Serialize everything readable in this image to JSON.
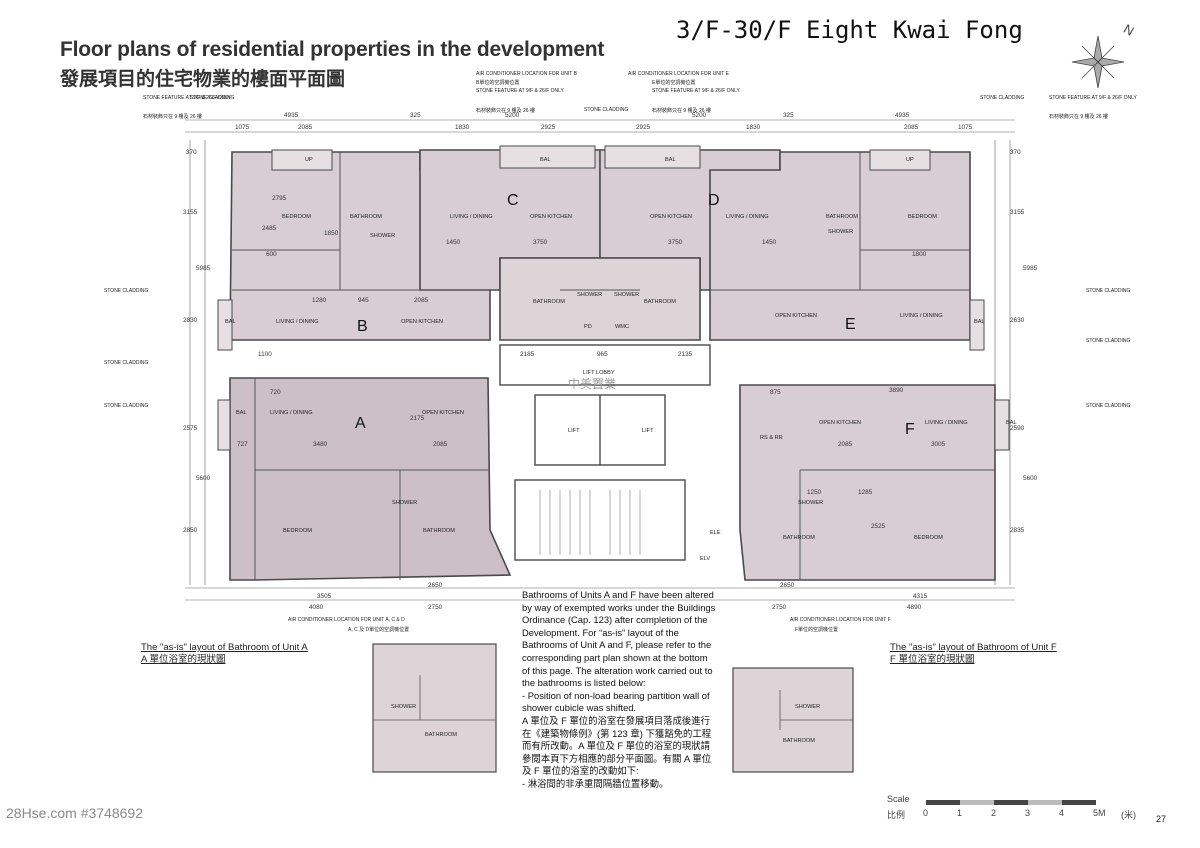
{
  "header": {
    "title_en": "Floor plans of residential properties in the development",
    "title_zh": "發展項目的住宅物業的樓面平面圖",
    "building": "3/F-30/F Eight Kwai Fong"
  },
  "compass": {
    "label": "N"
  },
  "units": {
    "a": "A",
    "b": "B",
    "c": "C",
    "d": "D",
    "e": "E",
    "f": "F"
  },
  "rooms": {
    "bedroom": "BEDROOM",
    "bathroom": "BATHROOM",
    "shower": "SHOWER",
    "living_dining": "LIVING / DINING",
    "open_kitchen": "OPEN KITCHEN",
    "bal": "BAL",
    "up": "UP",
    "lift": "LIFT",
    "lift_lobby": "LIFT LOBBY",
    "pd": "PD",
    "wmc": "WMC",
    "rsrr": "RS & RR",
    "ele": "ELE",
    "elv": "ELV"
  },
  "callouts": {
    "stone_cladding": "STONE CLADDING",
    "stone_feature_en": "STONE FEATURE AT 9/F & 26/F ONLY",
    "stone_feature_zh": "石材裝飾只在 9 樓及 26 樓",
    "ac_b_en": "AIR CONDITIONER LOCATION FOR UNIT B",
    "ac_b_zh": "B單位的空調機位置",
    "ac_e_en": "AIR CONDITIONER LOCATION FOR UNIT E",
    "ac_e_zh": "E單位的空調機位置",
    "ac_acd_en": "AIR CONDITIONER LOCATION FOR UNIT A, C & D",
    "ac_acd_zh": "A, C 及 D單位的空調機位置",
    "ac_f_en": "AIR CONDITIONER LOCATION FOR UNIT F",
    "ac_f_zh": "F單位的空調機位置",
    "lobby_mark": "中美置業"
  },
  "dimensions": {
    "top": [
      "4935",
      "1075",
      "2085",
      "325",
      "1830",
      "5200",
      "2925",
      "2925",
      "5200",
      "1830",
      "325",
      "4935",
      "2085",
      "1075"
    ],
    "left": [
      "370",
      "3155",
      "5985",
      "2830",
      "2575",
      "5600",
      "2850"
    ],
    "right": [
      "370",
      "3155",
      "5985",
      "2630",
      "2590",
      "5600",
      "2835"
    ],
    "bottom_a": [
      "3505",
      "4080",
      "2650",
      "2750"
    ],
    "bottom_f": [
      "2650",
      "2750",
      "4315",
      "4890"
    ],
    "inner": [
      "2795",
      "2485",
      "1850",
      "3750",
      "3750",
      "1450",
      "1450",
      "1280",
      "945",
      "2085",
      "3480",
      "2175",
      "2085",
      "3890",
      "3005",
      "2085",
      "2525",
      "1800",
      "2185",
      "965",
      "2135",
      "600",
      "1100",
      "720",
      "727",
      "875",
      "1250",
      "1285"
    ]
  },
  "notes": {
    "en": "Bathrooms of Units A and F have been altered by way of exempted works under the Buildings Ordinance (Cap. 123) after completion of the Development.  For “as-is” layout of the Bathrooms of Unit A and F, please refer to the corresponding part plan shown at the bottom of this page.  The alteration work carried out to the bathrooms is listed below:",
    "en_item": "- Position of non-load bearing partition wall of shower cubicle was shifted.",
    "zh": "A 單位及 F 單位的浴室在發展項目落成後進行在《建築物條例》(第 123 章) 下獲豁免的工程而有所改動。A 單位及 F 單位的浴室的現狀請參閱本頁下方相應的部分平面圖。有關 A 單位及 F 單位的浴室的改動如下:",
    "zh_item": "- 淋浴間的非承重間隔牆位置移動。"
  },
  "asis": {
    "a_en": "The \"as-is\" layout of Bathroom of Unit A",
    "a_zh": "A 單位浴室的現狀圖",
    "f_en": "The \"as-is\" layout of Bathroom of Unit F",
    "f_zh": "F 單位浴室的現狀圖"
  },
  "scale": {
    "label_en": "Scale",
    "label_zh": "比例",
    "ticks": [
      "0",
      "1",
      "2",
      "3",
      "4",
      "5M"
    ],
    "unit_zh": "(米)"
  },
  "footer": {
    "watermark": "28Hse.com #3748692",
    "page": "27"
  },
  "colors": {
    "unit_fill": "#d7cdd2",
    "unit_fill_dark": "#cdbfc6",
    "wall": "#4a4a4a",
    "line": "#555555",
    "core_fill": "#ffffff"
  }
}
